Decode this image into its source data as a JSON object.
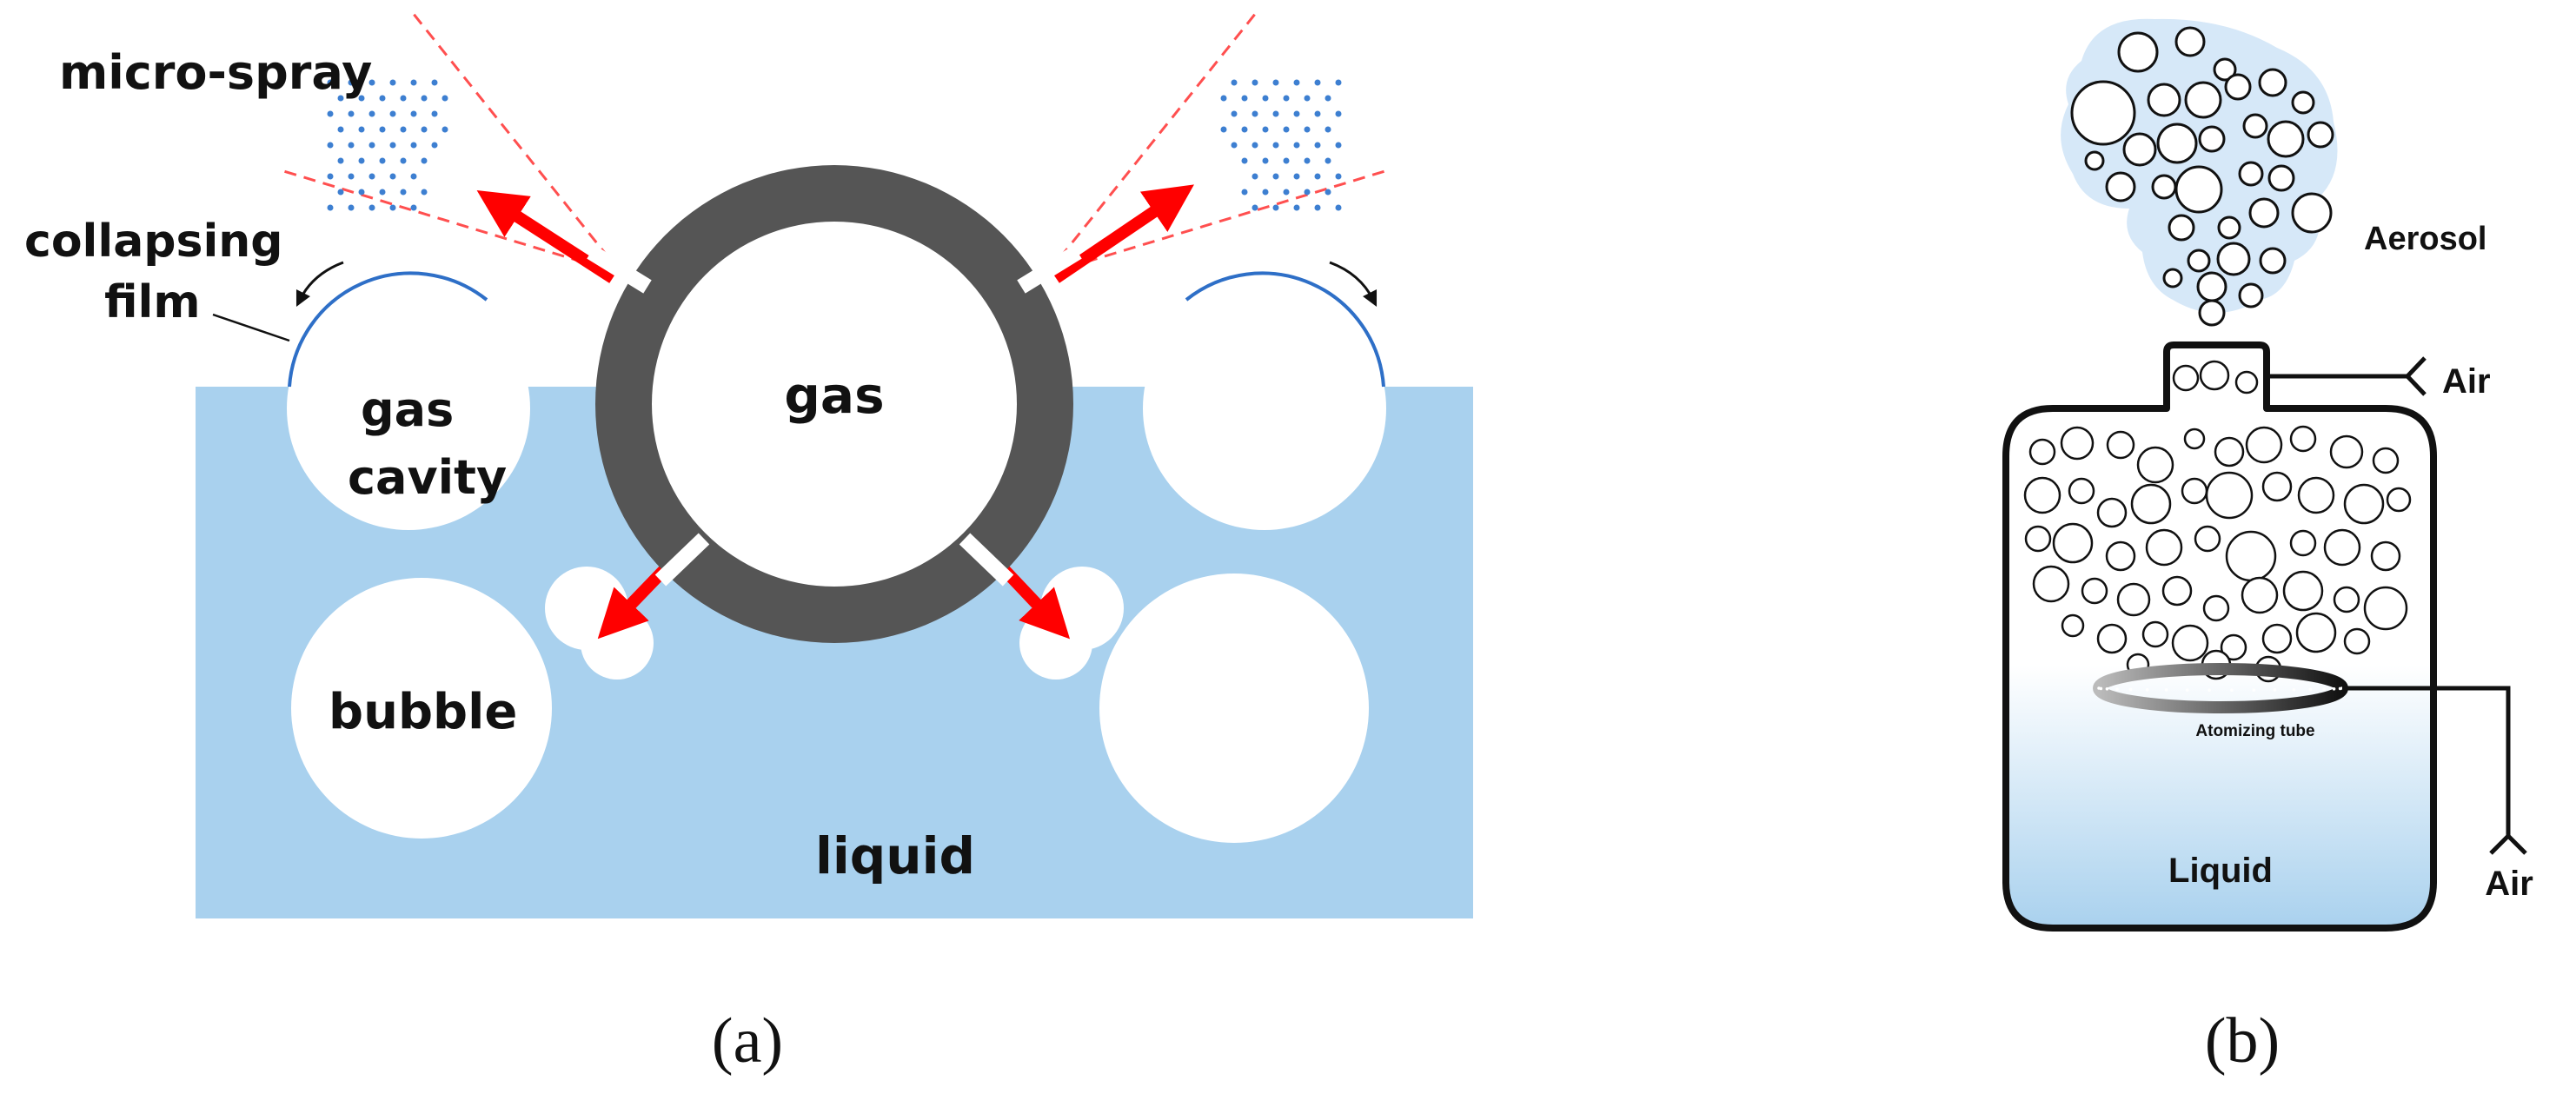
{
  "panel_a": {
    "caption": "(a)",
    "labels": {
      "micro_spray": "micro-spray",
      "collapsing": "collapsing",
      "film": "film",
      "gas_cavity_1": "gas",
      "gas_cavity_2": "cavity",
      "gas": "gas",
      "bubble": "bubble",
      "liquid": "liquid"
    },
    "colors": {
      "liquid": "#a9d1ee",
      "ring": "#555555",
      "arrow": "#ff0000",
      "spray_dots": "#3d7fd1",
      "spray_lines": "#ff4f4f",
      "film": "#2e6fc7"
    }
  },
  "panel_b": {
    "caption": "(b)",
    "labels": {
      "aerosol": "Aerosol",
      "air_top": "Air",
      "atomizing_tube": "Atomizing tube",
      "liquid": "Liquid",
      "air_bottom": "Air"
    },
    "colors": {
      "aerosol_cloud": "#d6e8f8",
      "liquid_gradient": "#a9d1ee",
      "outline": "#111111"
    }
  }
}
